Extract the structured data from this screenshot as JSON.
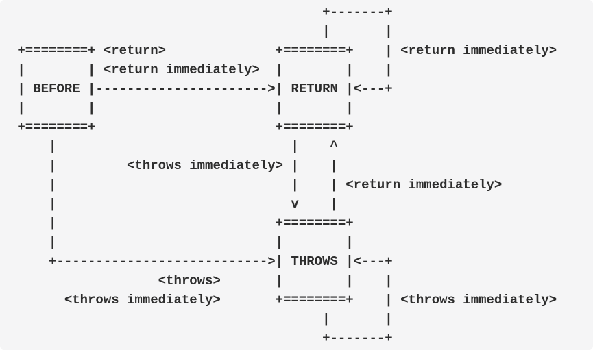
{
  "colors": {
    "background": "#f5f5f6",
    "text": "#2d2d2d"
  },
  "diagram": {
    "states": [
      "BEFORE",
      "RETURN",
      "THROWS"
    ],
    "transitions": [
      {
        "from": "BEFORE",
        "to": "RETURN",
        "labels": [
          "<return>",
          "<return immediately>"
        ]
      },
      {
        "from": "RETURN",
        "to": "RETURN",
        "labels": [
          "<return immediately>"
        ]
      },
      {
        "from": "RETURN",
        "to": "THROWS",
        "labels": [
          "<throws immediately>"
        ]
      },
      {
        "from": "THROWS",
        "to": "RETURN",
        "labels": [
          "<return immediately>"
        ]
      },
      {
        "from": "BEFORE",
        "to": "THROWS",
        "labels": [
          "<throws>",
          "<throws immediately>"
        ]
      },
      {
        "from": "THROWS",
        "to": "THROWS",
        "labels": [
          "<throws immediately>"
        ]
      }
    ],
    "ascii_rows": [
      "                                        +-------+",
      "                                        |       |",
      " +========+ <return>              +========+    | <return immediately>",
      " |        | <return immediately>  |        |    |",
      " | BEFORE |---------------------->| RETURN |<---+",
      " |        |                       |        |",
      " +========+                       +========+",
      "     |                              |    ^",
      "     |         <throws immediately> |    |",
      "     |                              |    | <return immediately>",
      "     |                              v    |",
      "     |                            +========+",
      "     |                            |        |",
      "     +--------------------------->| THROWS |<---+",
      "                   <throws>       |        |    |",
      "       <throws immediately>       +========+    | <throws immediately>",
      "                                        |       |",
      "                                        +-------+"
    ]
  }
}
